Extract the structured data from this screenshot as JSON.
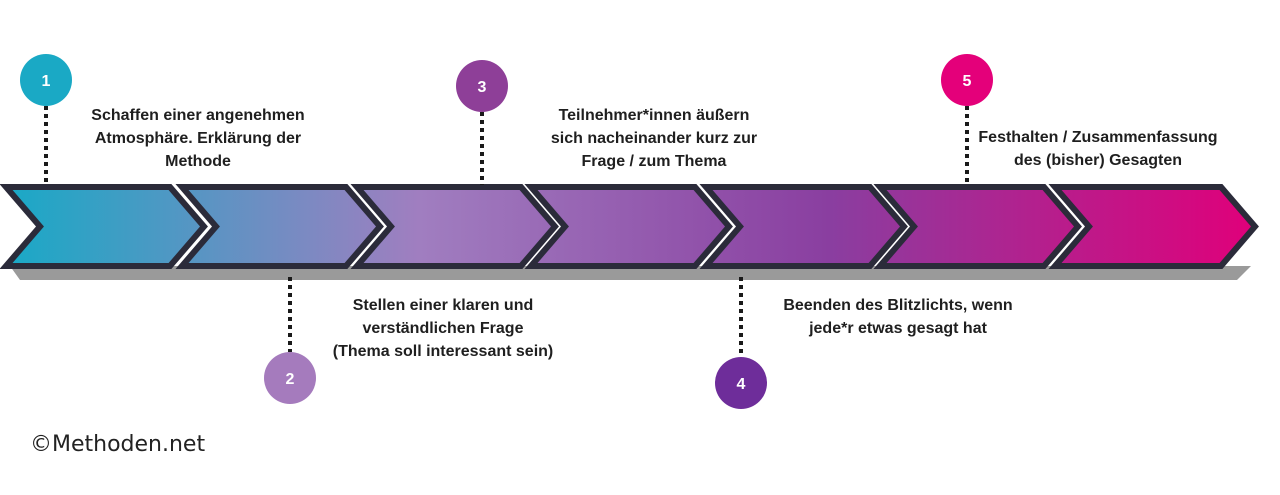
{
  "colors": {
    "outline": "#2b2b3a",
    "shadow": "#9a9a9a",
    "gradient_start": "#19a9c6",
    "gradient_mid": "#a07ec0",
    "gradient_mid2": "#8a3ea0",
    "gradient_end": "#e0007a",
    "dotted_line": "#1a1a1a"
  },
  "steps": [
    {
      "number": "1",
      "color": "#1aa9c5",
      "lines": [
        "Schaffen einer angenehmen",
        "Atmosphäre. Erklärung der",
        "Methode"
      ]
    },
    {
      "number": "2",
      "color": "#a57bbd",
      "lines": [
        "Stellen einer klaren und",
        "verständlichen Frage",
        "(Thema soll interessant sein)"
      ]
    },
    {
      "number": "3",
      "color": "#8e3f98",
      "lines": [
        "Teilnehmer*innen äußern",
        "sich nacheinander kurz zur",
        "Frage / zum Thema"
      ]
    },
    {
      "number": "4",
      "color": "#6e2d9a",
      "lines": [
        "Beenden des Blitzlichts, wenn",
        "jede*r etwas gesagt hat"
      ]
    },
    {
      "number": "5",
      "color": "#e4007a",
      "lines": [
        "Festhalten / Zusammenfassung",
        "des (bisher) Gesagten"
      ]
    }
  ],
  "copyright": "©Methoden.net"
}
